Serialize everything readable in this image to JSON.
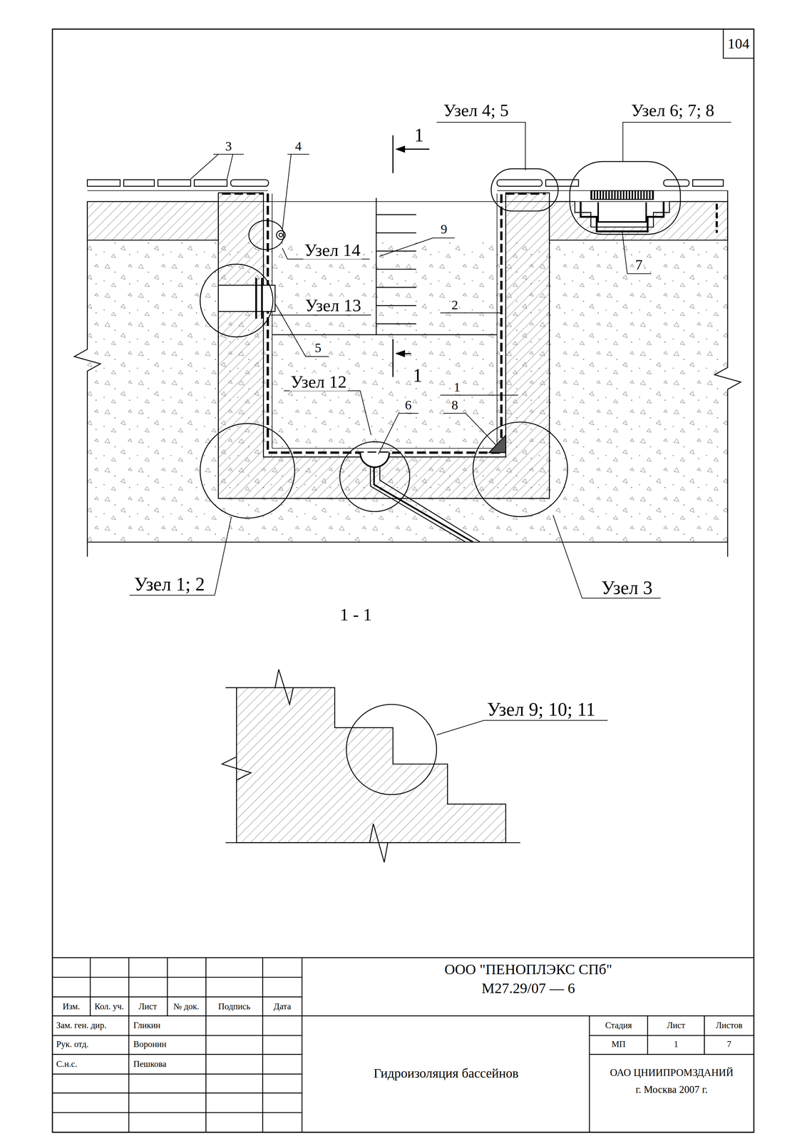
{
  "diagram": {
    "labels": [
      "104",
      "Узел 4; 5",
      "Узел 6; 7; 8",
      "1",
      "3",
      "4",
      "9",
      "Узел 14",
      "Узел 13",
      "2",
      "5",
      "1",
      "Узел 12",
      "6",
      "8",
      "1",
      "7",
      "Узел 1; 2",
      "Узел 3",
      "1 - 1",
      "Узел 9; 10; 11",
      "ООО \"ПЕНОПЛЭКС СПб\"",
      "М27.29/07 — 6",
      "Изм.",
      "Кол. уч.",
      "Лист",
      "№ док.",
      "Подпись",
      "Дата",
      "Зам. ген. дир.",
      "Гликин",
      "Рук. отд.",
      "Воронин",
      "С.н.с.",
      "Пешкова",
      "Гидроизоляция бассейнов",
      "Стадия",
      "Лист",
      "Листов",
      "МП",
      "1",
      "7",
      "ОАО ЦНИИПРОМЗДАНИЙ",
      "г. Москва 2007 г."
    ]
  }
}
